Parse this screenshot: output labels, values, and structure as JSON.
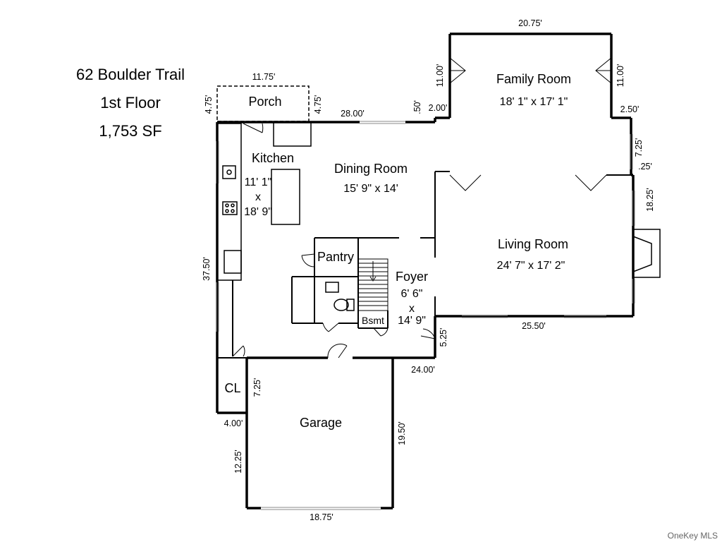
{
  "header": {
    "address": "62 Boulder Trail",
    "floor": "1st Floor",
    "area": "1,753 SF"
  },
  "rooms": {
    "porch": {
      "name": "Porch"
    },
    "kitchen": {
      "name": "Kitchen",
      "dim_line1": "11' 1\"",
      "dim_line2": "x",
      "dim_line3": "18' 9\""
    },
    "dining": {
      "name": "Dining Room",
      "dims": "15' 9\" x 14'"
    },
    "family": {
      "name": "Family Room",
      "dims": "18' 1\" x 17' 1\""
    },
    "living": {
      "name": "Living Room",
      "dims": "24' 7\" x 17' 2\""
    },
    "pantry": {
      "name": "Pantry"
    },
    "foyer": {
      "name": "Foyer",
      "dim_line1": "6' 6\"",
      "dim_line2": "x",
      "dim_line3": "14' 9\""
    },
    "bsmt": {
      "name": "Bsmt"
    },
    "closet": {
      "name": "CL"
    },
    "garage": {
      "name": "Garage"
    }
  },
  "dimensions": {
    "porch_width": "11.75'",
    "porch_left": "4.75'",
    "porch_right": "4.75'",
    "north_wall": "28.00'",
    "jog_small": ".50'",
    "family_top": "20.75'",
    "family_left": "11.00'",
    "family_right": "11.00'",
    "family_left_jog": "2.00'",
    "family_right_jog": "2.50'",
    "east_upper": "7.25'",
    "east_jog": ".25'",
    "east_living": "18.25'",
    "west_wall": "37.50'",
    "living_bottom": "25.50'",
    "foyer_jog": "5.25'",
    "south_wall": "24.00'",
    "closet_side": "7.25'",
    "closet_bottom": "4.00'",
    "garage_right": "19.50'",
    "garage_left": "12.25'",
    "garage_bottom": "18.75'"
  },
  "watermark": "OneKey MLS"
}
